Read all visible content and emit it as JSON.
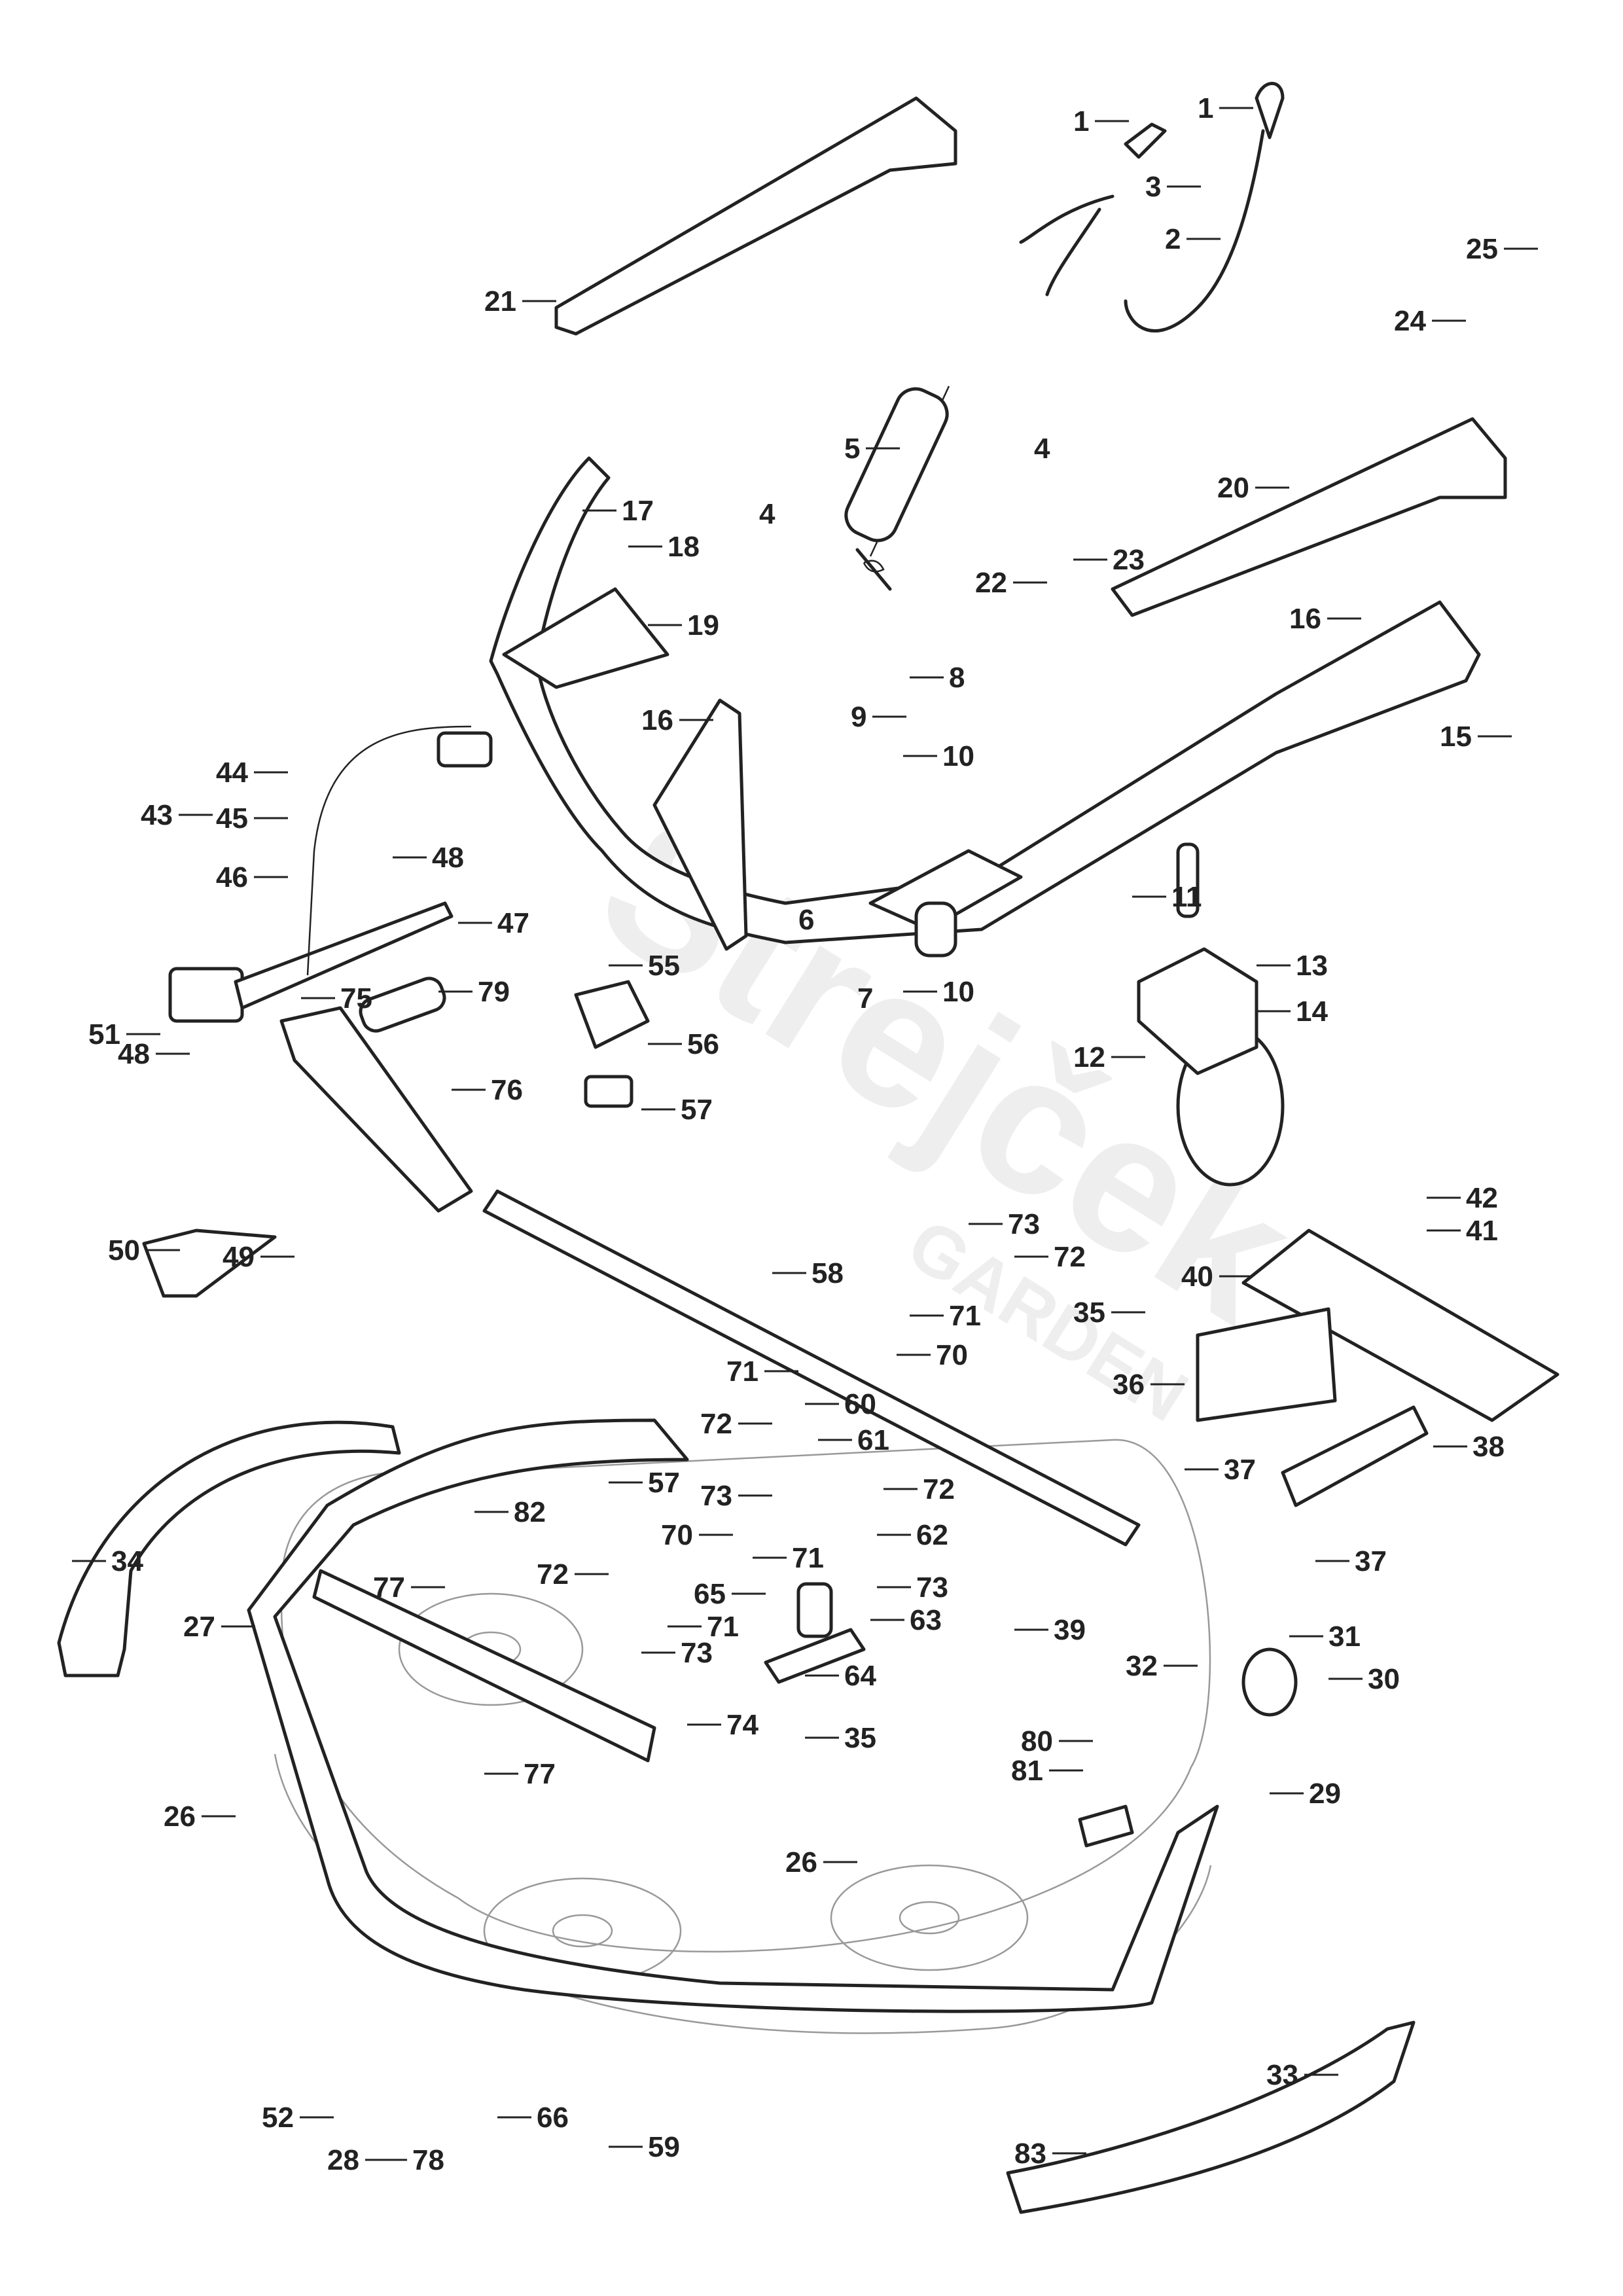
{
  "watermark": {
    "brand": "Strejček",
    "sub": "GARDEN"
  },
  "callouts": [
    {
      "id": "1a",
      "label": "1"
    },
    {
      "id": "1b",
      "label": "1"
    },
    {
      "id": "2",
      "label": "2"
    },
    {
      "id": "3",
      "label": "3"
    },
    {
      "id": "4a",
      "label": "4"
    },
    {
      "id": "4b",
      "label": "4"
    },
    {
      "id": "5",
      "label": "5"
    },
    {
      "id": "6",
      "label": "6"
    },
    {
      "id": "7",
      "label": "7"
    },
    {
      "id": "8",
      "label": "8"
    },
    {
      "id": "9",
      "label": "9"
    },
    {
      "id": "10a",
      "label": "10"
    },
    {
      "id": "10b",
      "label": "10"
    },
    {
      "id": "11",
      "label": "11"
    },
    {
      "id": "12",
      "label": "12"
    },
    {
      "id": "13",
      "label": "13"
    },
    {
      "id": "14",
      "label": "14"
    },
    {
      "id": "15",
      "label": "15"
    },
    {
      "id": "16a",
      "label": "16"
    },
    {
      "id": "16b",
      "label": "16"
    },
    {
      "id": "17",
      "label": "17"
    },
    {
      "id": "18",
      "label": "18"
    },
    {
      "id": "19",
      "label": "19"
    },
    {
      "id": "20",
      "label": "20"
    },
    {
      "id": "21",
      "label": "21"
    },
    {
      "id": "22",
      "label": "22"
    },
    {
      "id": "23",
      "label": "23"
    },
    {
      "id": "24",
      "label": "24"
    },
    {
      "id": "25",
      "label": "25"
    },
    {
      "id": "26a",
      "label": "26"
    },
    {
      "id": "26b",
      "label": "26"
    },
    {
      "id": "27",
      "label": "27"
    },
    {
      "id": "28",
      "label": "28"
    },
    {
      "id": "29",
      "label": "29"
    },
    {
      "id": "30",
      "label": "30"
    },
    {
      "id": "31",
      "label": "31"
    },
    {
      "id": "32",
      "label": "32"
    },
    {
      "id": "33",
      "label": "33"
    },
    {
      "id": "34",
      "label": "34"
    },
    {
      "id": "35a",
      "label": "35"
    },
    {
      "id": "35b",
      "label": "35"
    },
    {
      "id": "36",
      "label": "36"
    },
    {
      "id": "37a",
      "label": "37"
    },
    {
      "id": "37b",
      "label": "37"
    },
    {
      "id": "38",
      "label": "38"
    },
    {
      "id": "39",
      "label": "39"
    },
    {
      "id": "40",
      "label": "40"
    },
    {
      "id": "41",
      "label": "41"
    },
    {
      "id": "42",
      "label": "42"
    },
    {
      "id": "43",
      "label": "43"
    },
    {
      "id": "44",
      "label": "44"
    },
    {
      "id": "45",
      "label": "45"
    },
    {
      "id": "46",
      "label": "46"
    },
    {
      "id": "47",
      "label": "47"
    },
    {
      "id": "48a",
      "label": "48"
    },
    {
      "id": "48b",
      "label": "48"
    },
    {
      "id": "49",
      "label": "49"
    },
    {
      "id": "50",
      "label": "50"
    },
    {
      "id": "51",
      "label": "51"
    },
    {
      "id": "52",
      "label": "52"
    },
    {
      "id": "55",
      "label": "55"
    },
    {
      "id": "56",
      "label": "56"
    },
    {
      "id": "57a",
      "label": "57"
    },
    {
      "id": "57b",
      "label": "57"
    },
    {
      "id": "58",
      "label": "58"
    },
    {
      "id": "59",
      "label": "59"
    },
    {
      "id": "60",
      "label": "60"
    },
    {
      "id": "61",
      "label": "61"
    },
    {
      "id": "62",
      "label": "62"
    },
    {
      "id": "63",
      "label": "63"
    },
    {
      "id": "64",
      "label": "64"
    },
    {
      "id": "65",
      "label": "65"
    },
    {
      "id": "66",
      "label": "66"
    },
    {
      "id": "70a",
      "label": "70"
    },
    {
      "id": "70b",
      "label": "70"
    },
    {
      "id": "71a",
      "label": "71"
    },
    {
      "id": "71b",
      "label": "71"
    },
    {
      "id": "71c",
      "label": "71"
    },
    {
      "id": "71d",
      "label": "71"
    },
    {
      "id": "72a",
      "label": "72"
    },
    {
      "id": "72b",
      "label": "72"
    },
    {
      "id": "72c",
      "label": "72"
    },
    {
      "id": "72d",
      "label": "72"
    },
    {
      "id": "73a",
      "label": "73"
    },
    {
      "id": "73b",
      "label": "73"
    },
    {
      "id": "73c",
      "label": "73"
    },
    {
      "id": "73d",
      "label": "73"
    },
    {
      "id": "74",
      "label": "74"
    },
    {
      "id": "75",
      "label": "75"
    },
    {
      "id": "76",
      "label": "76"
    },
    {
      "id": "77a",
      "label": "77"
    },
    {
      "id": "77b",
      "label": "77"
    },
    {
      "id": "78",
      "label": "78"
    },
    {
      "id": "79",
      "label": "79"
    },
    {
      "id": "80",
      "label": "80"
    },
    {
      "id": "81",
      "label": "81"
    },
    {
      "id": "82",
      "label": "82"
    },
    {
      "id": "83",
      "label": "83"
    }
  ]
}
